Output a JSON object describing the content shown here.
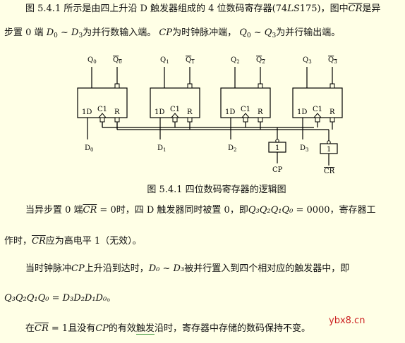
{
  "para1": {
    "a": "图 5.4.1 所示是由四上升沿 D 触发器组成的 4 位数码寄存器(74",
    "b": "LS",
    "c": "175)，图中",
    "cr": "CR",
    "d": "是异"
  },
  "para2": {
    "a": "步置 0 端",
    "d0": "D",
    "d0sub": "0",
    "tilde": " ~ ",
    "d3": "D",
    "d3sub": "3",
    "b": "为并行数输入端。",
    "cp": "CP",
    "c": "为时钟脉冲端，",
    "q0": "Q",
    "q0sub": "0",
    "q3": "Q",
    "q3sub": "3",
    "d": "为并行输出端。"
  },
  "circuit": {
    "q_labels": [
      "Q0",
      "Q1",
      "Q2",
      "Q3"
    ],
    "q_main": "Q",
    "subs": [
      "0",
      "1",
      "2",
      "3"
    ],
    "ff_label_d": "1D",
    "ff_label_c": "C1",
    "ff_label_r": "R",
    "d_main": "D",
    "gate_label": "1",
    "cp_label": "CP",
    "cr_label": "CR"
  },
  "caption": "图 5.4.1  四位数码寄存器的逻辑图",
  "para3": {
    "a": "当异步置 0 端",
    "cr": "CR",
    "b": " = 0时，四 D 触发器同时被置 0，即",
    "expr": "Q₃Q₂Q₁Q₀",
    "c": " = 0000，寄存器工"
  },
  "para4": {
    "a": "作时，",
    "cr": "CR",
    "b": "应为高电平 1（无效）。"
  },
  "para5": {
    "a": "当时钟脉冲",
    "cp": "CP",
    "b": "上升沿到达时，",
    "d0": "D₀",
    "tilde": " ~ ",
    "d3": "D₃",
    "c": "被并行置入到四个相对应的触发器中，即"
  },
  "para6": {
    "expr": "Q₃Q₂Q₁Q₀ = D₃D₂D₁D₀",
    "end": "。"
  },
  "para7": {
    "a": "在",
    "cr": "CR",
    "b": " = 1且没有",
    "cp": "CP",
    "c": "的有效",
    "d": "触发",
    "e": "沿时，寄存器中存储的数码保持不变。"
  },
  "watermark": "ybx8.cn"
}
